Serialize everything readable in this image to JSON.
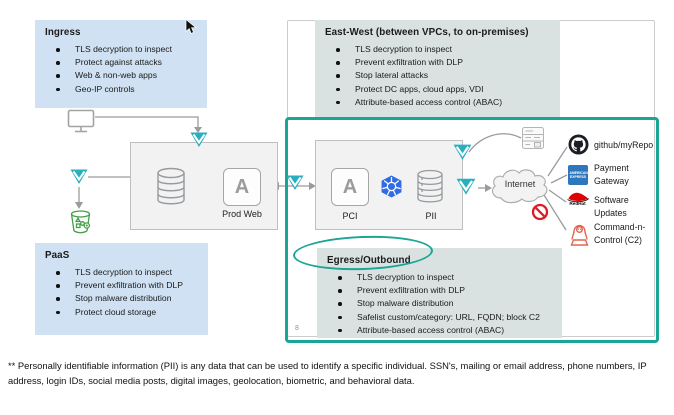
{
  "callouts": {
    "ingress": {
      "title": "Ingress",
      "items": [
        "TLS decryption to inspect",
        "Protect against attacks",
        "Web & non-web apps",
        "Geo-IP controls"
      ]
    },
    "east_west": {
      "title": "East-West (between VPCs, to on-premises)",
      "items": [
        "TLS decryption to inspect",
        "Prevent exfiltration with DLP",
        "Stop lateral attacks",
        "Protect DC apps, cloud apps, VDI",
        "Attribute-based access control (ABAC)"
      ]
    },
    "paas": {
      "title": "PaaS",
      "items": [
        "TLS decryption to inspect",
        "Prevent exfiltration with DLP",
        "Stop malware distribution",
        "Protect cloud storage"
      ]
    },
    "egress": {
      "title": "Egress/Outbound",
      "items": [
        "TLS decryption to inspect",
        "Prevent exfiltration with DLP",
        "Stop malware distribution",
        "Safelist custom/category: URL, FQDN; block C2",
        "Attribute-based access control (ABAC)"
      ]
    }
  },
  "nodes": {
    "prod_web": {
      "label": "Prod Web",
      "letter": "A"
    },
    "pci": {
      "label": "PCI",
      "letter": "A"
    },
    "pii": {
      "label": "PII"
    },
    "internet": {
      "label": "Internet"
    }
  },
  "destinations": [
    {
      "label": "github/myRepo"
    },
    {
      "label": "Payment Gateway",
      "badge": "AMERICAN EXPRESS"
    },
    {
      "label": "Software Updates",
      "badge": "RedHat"
    },
    {
      "label": "Command-n-Control (C2)"
    }
  ],
  "footnote": "** Personally identifiable information (PII) is any data that can be used to identify a specific individual. SSN's, mailing or email address, phone numbers, IP address, login IDs, social media posts, digital images, geolocation, biometric, and behavioral data.",
  "page_number": "8",
  "colors": {
    "callout_blue": "#cfe1f2",
    "callout_sage": "#d9e2e0",
    "zone_teal": "#1aa695",
    "chevron_teal": "#2aafbe",
    "k8s_blue": "#326ce5",
    "redhat_red": "#e00000",
    "amex_blue": "#2e77bc",
    "hacker_coral": "#e2654e",
    "prohibit_red": "#e01b24",
    "bucket_green": "#43a047"
  }
}
